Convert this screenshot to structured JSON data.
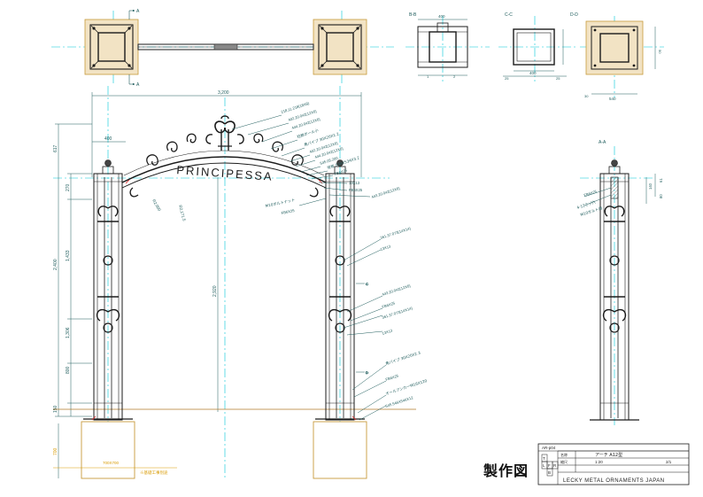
{
  "title_label": "製作図",
  "arch_text": "PRINCIPESSA",
  "section_labels": {
    "a_top": "A",
    "a_bottom": "A",
    "bb": "B-B",
    "cc": "C-C",
    "dd": "D-D",
    "aa": "A-A"
  },
  "dimensions": {
    "overall_width": "3,200",
    "post_width": "400",
    "left_total": "2,400",
    "left_1433": "1,433",
    "left_1306": "1,306",
    "left_800": "800",
    "left_150": "150",
    "left_617": "617",
    "left_270": "270",
    "inner_height": "2,920",
    "foundation": "700",
    "foundation_note": "700X700",
    "foundation_remark": "※基礎工事別途",
    "bb_400": "400",
    "bb_1": "1",
    "bb_2": "2",
    "cc_400": "400",
    "cc_25a": "25",
    "cc_25b": "25",
    "dd_540": "540",
    "dd_30": "30",
    "dd_50": "50",
    "aa_140": "140",
    "aa_80": "80",
    "aa_61": "61"
  },
  "callouts_arch": [
    "218,11.218(18X8)",
    "402.20.042(12X6)",
    "444.20.042(12X6)",
    "柱飾ボール小",
    "角パイプ 30X20X1.2",
    "402.20.042(12X6)",
    "444.20.042(12X6)",
    "545.05.200",
    "受板 534X534X3.2",
    "FB6X25",
    "13X13",
    "FB6X25",
    "443.20.042(12X6)"
  ],
  "callouts_side": [
    "M10ボルトナット",
    "FB6X25"
  ],
  "callouts_post": [
    "361.37.073(14X14)",
    "13X13",
    "443.20.042(12X6)",
    "FB6X25",
    "361.37.073(14X14)",
    "13X13",
    "角パイプ 30X20X2.3",
    "FB6X25",
    "オールアンカーM16X120",
    "545.546X546X12"
  ],
  "callouts_aa": [
    "FB6X25",
    "4-12ミゾ穴",
    "M10ボルト用"
  ],
  "arc_labels": {
    "r1": "R2,171.5",
    "r2": "R2,000"
  },
  "title_block": {
    "code": "AR-p04",
    "name_label": "名称",
    "name_value": "アーチ A12型",
    "scale_label": "縮尺",
    "scale_value": "1:20",
    "unit_value": "2/1",
    "company": "LECKY METAL ORNAMENTS JAPAN",
    "boxes": [
      "T",
      "L",
      "F",
      "R",
      "B"
    ]
  },
  "colors": {
    "line": "#1b1b1b",
    "dim": "#1e5c5c",
    "callout": "#1e5c5c",
    "centerline": "#00c8d8",
    "footing": "#f2e3c4",
    "footing_line": "#c79a3a",
    "ground": "#b07a2a",
    "red_tick": "#e02020",
    "note": "#d99a00"
  }
}
